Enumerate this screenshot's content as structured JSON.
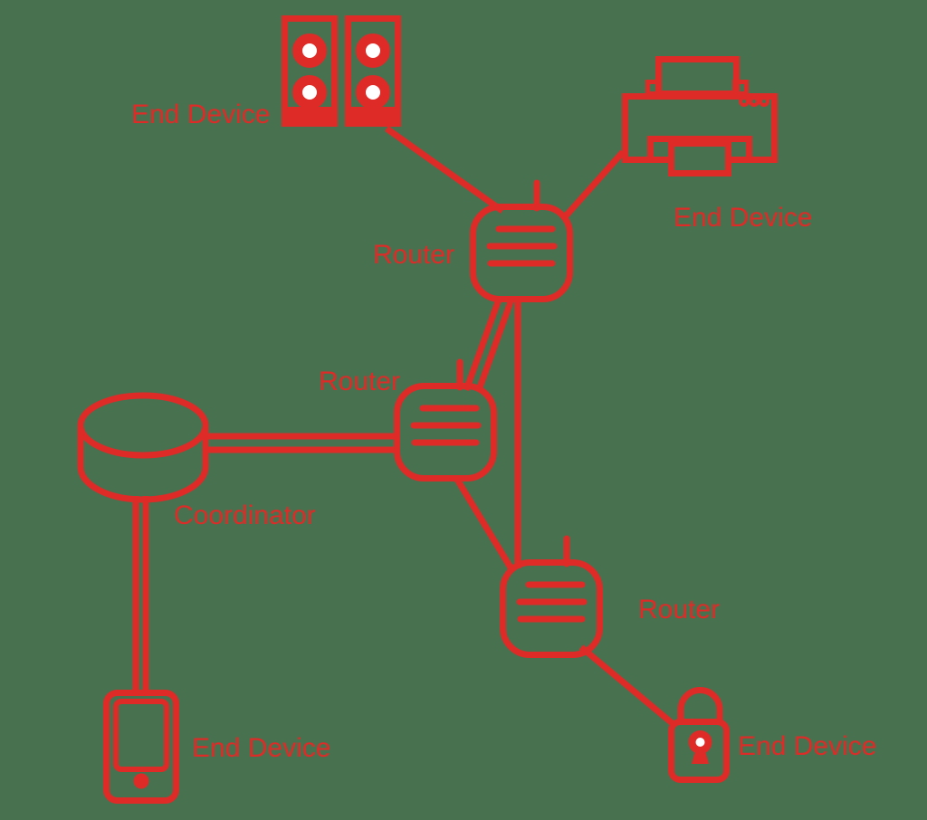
{
  "diagram": {
    "type": "network-topology",
    "colors": {
      "accent": "#DE2B28",
      "background": "#48714F"
    },
    "nodes": [
      {
        "id": "speakers",
        "role": "end-device",
        "label": "End Device",
        "icon": "speakers-icon"
      },
      {
        "id": "printer",
        "role": "end-device",
        "label": "End Device",
        "icon": "printer-icon"
      },
      {
        "id": "router-top",
        "role": "router",
        "label": "Router",
        "icon": "router-icon"
      },
      {
        "id": "router-middle",
        "role": "router",
        "label": "Router",
        "icon": "router-icon"
      },
      {
        "id": "coordinator",
        "role": "coordinator",
        "label": "Coordinator",
        "icon": "database-cylinder-icon"
      },
      {
        "id": "router-bottom",
        "role": "router",
        "label": "Router",
        "icon": "router-icon"
      },
      {
        "id": "phone",
        "role": "end-device",
        "label": "End Device",
        "icon": "smartphone-icon"
      },
      {
        "id": "lock",
        "role": "end-device",
        "label": "End Device",
        "icon": "padlock-icon"
      }
    ],
    "links": [
      {
        "from": "speakers",
        "to": "router-top",
        "style": "single"
      },
      {
        "from": "printer",
        "to": "router-top",
        "style": "single"
      },
      {
        "from": "router-top",
        "to": "router-middle",
        "style": "double"
      },
      {
        "from": "router-top",
        "to": "router-bottom",
        "style": "single"
      },
      {
        "from": "router-middle",
        "to": "coordinator",
        "style": "double"
      },
      {
        "from": "router-middle",
        "to": "router-bottom",
        "style": "single"
      },
      {
        "from": "coordinator",
        "to": "phone",
        "style": "double"
      },
      {
        "from": "router-bottom",
        "to": "lock",
        "style": "single"
      }
    ]
  }
}
